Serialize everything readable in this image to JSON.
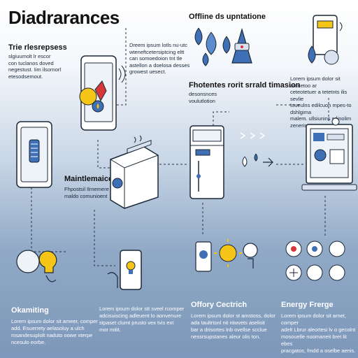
{
  "title": "Diadrarances",
  "section_top_left": {
    "heading": "Trie rlesrepsess",
    "body": "slgiuumolt lr escor\ncon tuclanos doved\nnegestust. Iim ilsornorl\netesodsemout."
  },
  "section_top_center": {
    "body": "Dreem ipsum lotls nu-utc\nwteneftcetersiptcing eltt\ncan somoedoion tnt tle\nastellon a doelosa desses\ngrowest uesect."
  },
  "section_top_right": {
    "heading": "Offline ds upntatione"
  },
  "section_mid_right": {
    "heading": "Fhotentes rorit srrald timasion",
    "body": "desonsnces\nvoulutlotion"
  },
  "section_far_right": {
    "body": "Lorem ipsum dolor sit amnetoo ar\nceteotetuer a tetetnts ilis sevlie\ntoueulns edilcuon mpes-to dshlgima\nmalem. ullsiunins sdinolim zenerin."
  },
  "section_maintenance": {
    "heading": "Maintlemaice",
    "body": "Fhpostsil Ilrnemere\nmaldo comunioent"
  },
  "section_bottom_1": {
    "heading": "Okamiting",
    "body": "Lorem ipsum dolor sit ameer, comper\nadd. Esuerrety aelasoluy a ulch\nmsandesuplolt naduto oowe xterpe\nncesulo eorbe."
  },
  "section_bottom_2": {
    "body": "Lorem ipsum dolor stt sveel rcomper\nadcisuiscing adleuent lo aonvenure\nstpaset clumt prusto vex tvis ext\nmor mitit."
  },
  "section_bottom_3": {
    "heading": "Offory Cectrich",
    "body": "Lorem ipsum dolor st amstoss, dolor\nada taultrtonl nit ntwvets aselisit\nbar a drisortes lnb ovellse scclue\nnessrsupstanes aleur olis ton."
  },
  "section_bottom_4": {
    "heading": "Energy Frerge",
    "body": "Lorem ipsum dolor sit arnet, comper\nadelt Lbrur aleortesi lv o gecolnt\nmosouelle noomaneit bret lit ebes\npracgatos, fmdd a oselbe aenis."
  },
  "icons": {
    "heater": "space-heater-icon",
    "tablet": "tablet-control-icon",
    "toaster": "toaster-icon",
    "fridge": "fridge-icon",
    "drops": "water-drops-icon",
    "tap": "water-tap-icon",
    "bulb-head": "bulb-head-icon",
    "phone-bulb": "phone-bulb-icon",
    "sun-bulb": "sun-bulb-icon",
    "energy-dials": "energy-dials-icon",
    "laptop": "laptop-system-icon"
  },
  "colors": {
    "outline": "#1b2838",
    "accent_yellow": "#f5c518",
    "accent_red": "#d7373a",
    "accent_blue": "#3f6fb5",
    "device_fill": "#ffffff"
  }
}
